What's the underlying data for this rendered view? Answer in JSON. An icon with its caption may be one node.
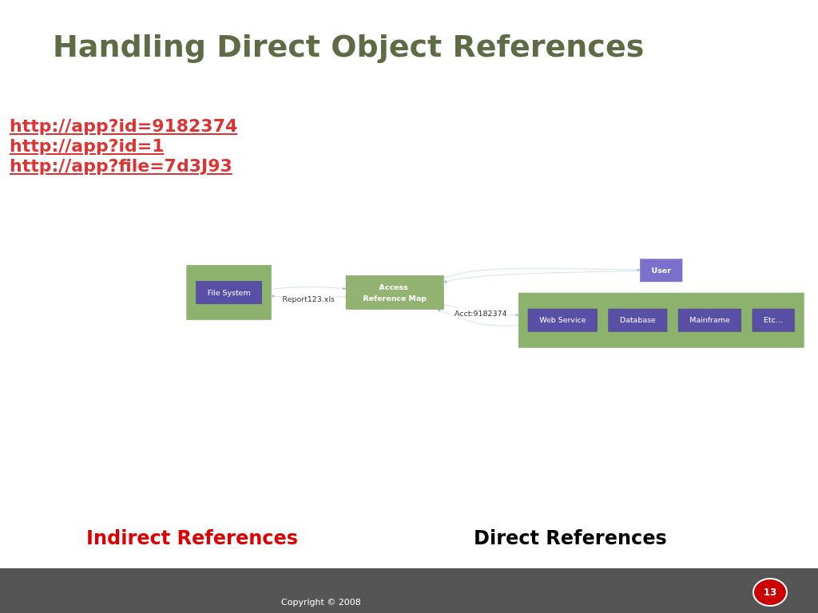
{
  "diagram": {
    "title": "Handling Direct Object References",
    "nodes": [
      {
        "text": [
          "User"
        ]
      },
      {
        "text": [
          "Access Reference Map"
        ]
      },
      {
        "text": [],
        "shape": "box"
      },
      {
        "text": [
          "Web Service"
        ],
        "in": 2
      },
      {
        "text": [
          "Database"
        ],
        "in": 2
      },
      {
        "text": [
          "Mainframe"
        ],
        "in": 2
      },
      {
        "text": [
          "Etc…"
        ],
        "in": 2
      },
      {
        "text": [],
        "shape": "box"
      },
      {
        "text": [
          "File System"
        ],
        "in": 7
      }
    ],
    "edges": [
      {
        "from": 0,
        "to": 1,
        "arrow": "to"
      },
      {
        "from": 1,
        "to": 0,
        "arrow": "to"
      },
      {
        "from": 1,
        "to": 2,
        "arrow": "to",
        "label": "Acct:9182374"
      },
      {
        "from": 2,
        "to": 1,
        "arrow": "to"
      },
      {
        "from": 1,
        "to": 7,
        "arrow": "to",
        "label": "Report123.xls"
      },
      {
        "from": 7,
        "to": 1,
        "arrow": "to"
      }
    ],
    "labels": [
      "http://app?id=9182374",
      "http://app?id=1",
      "http://app?file=7d3J93",
      "Indirect References",
      "Direct References",
      "Copyright © 2008",
      "13"
    ]
  }
}
